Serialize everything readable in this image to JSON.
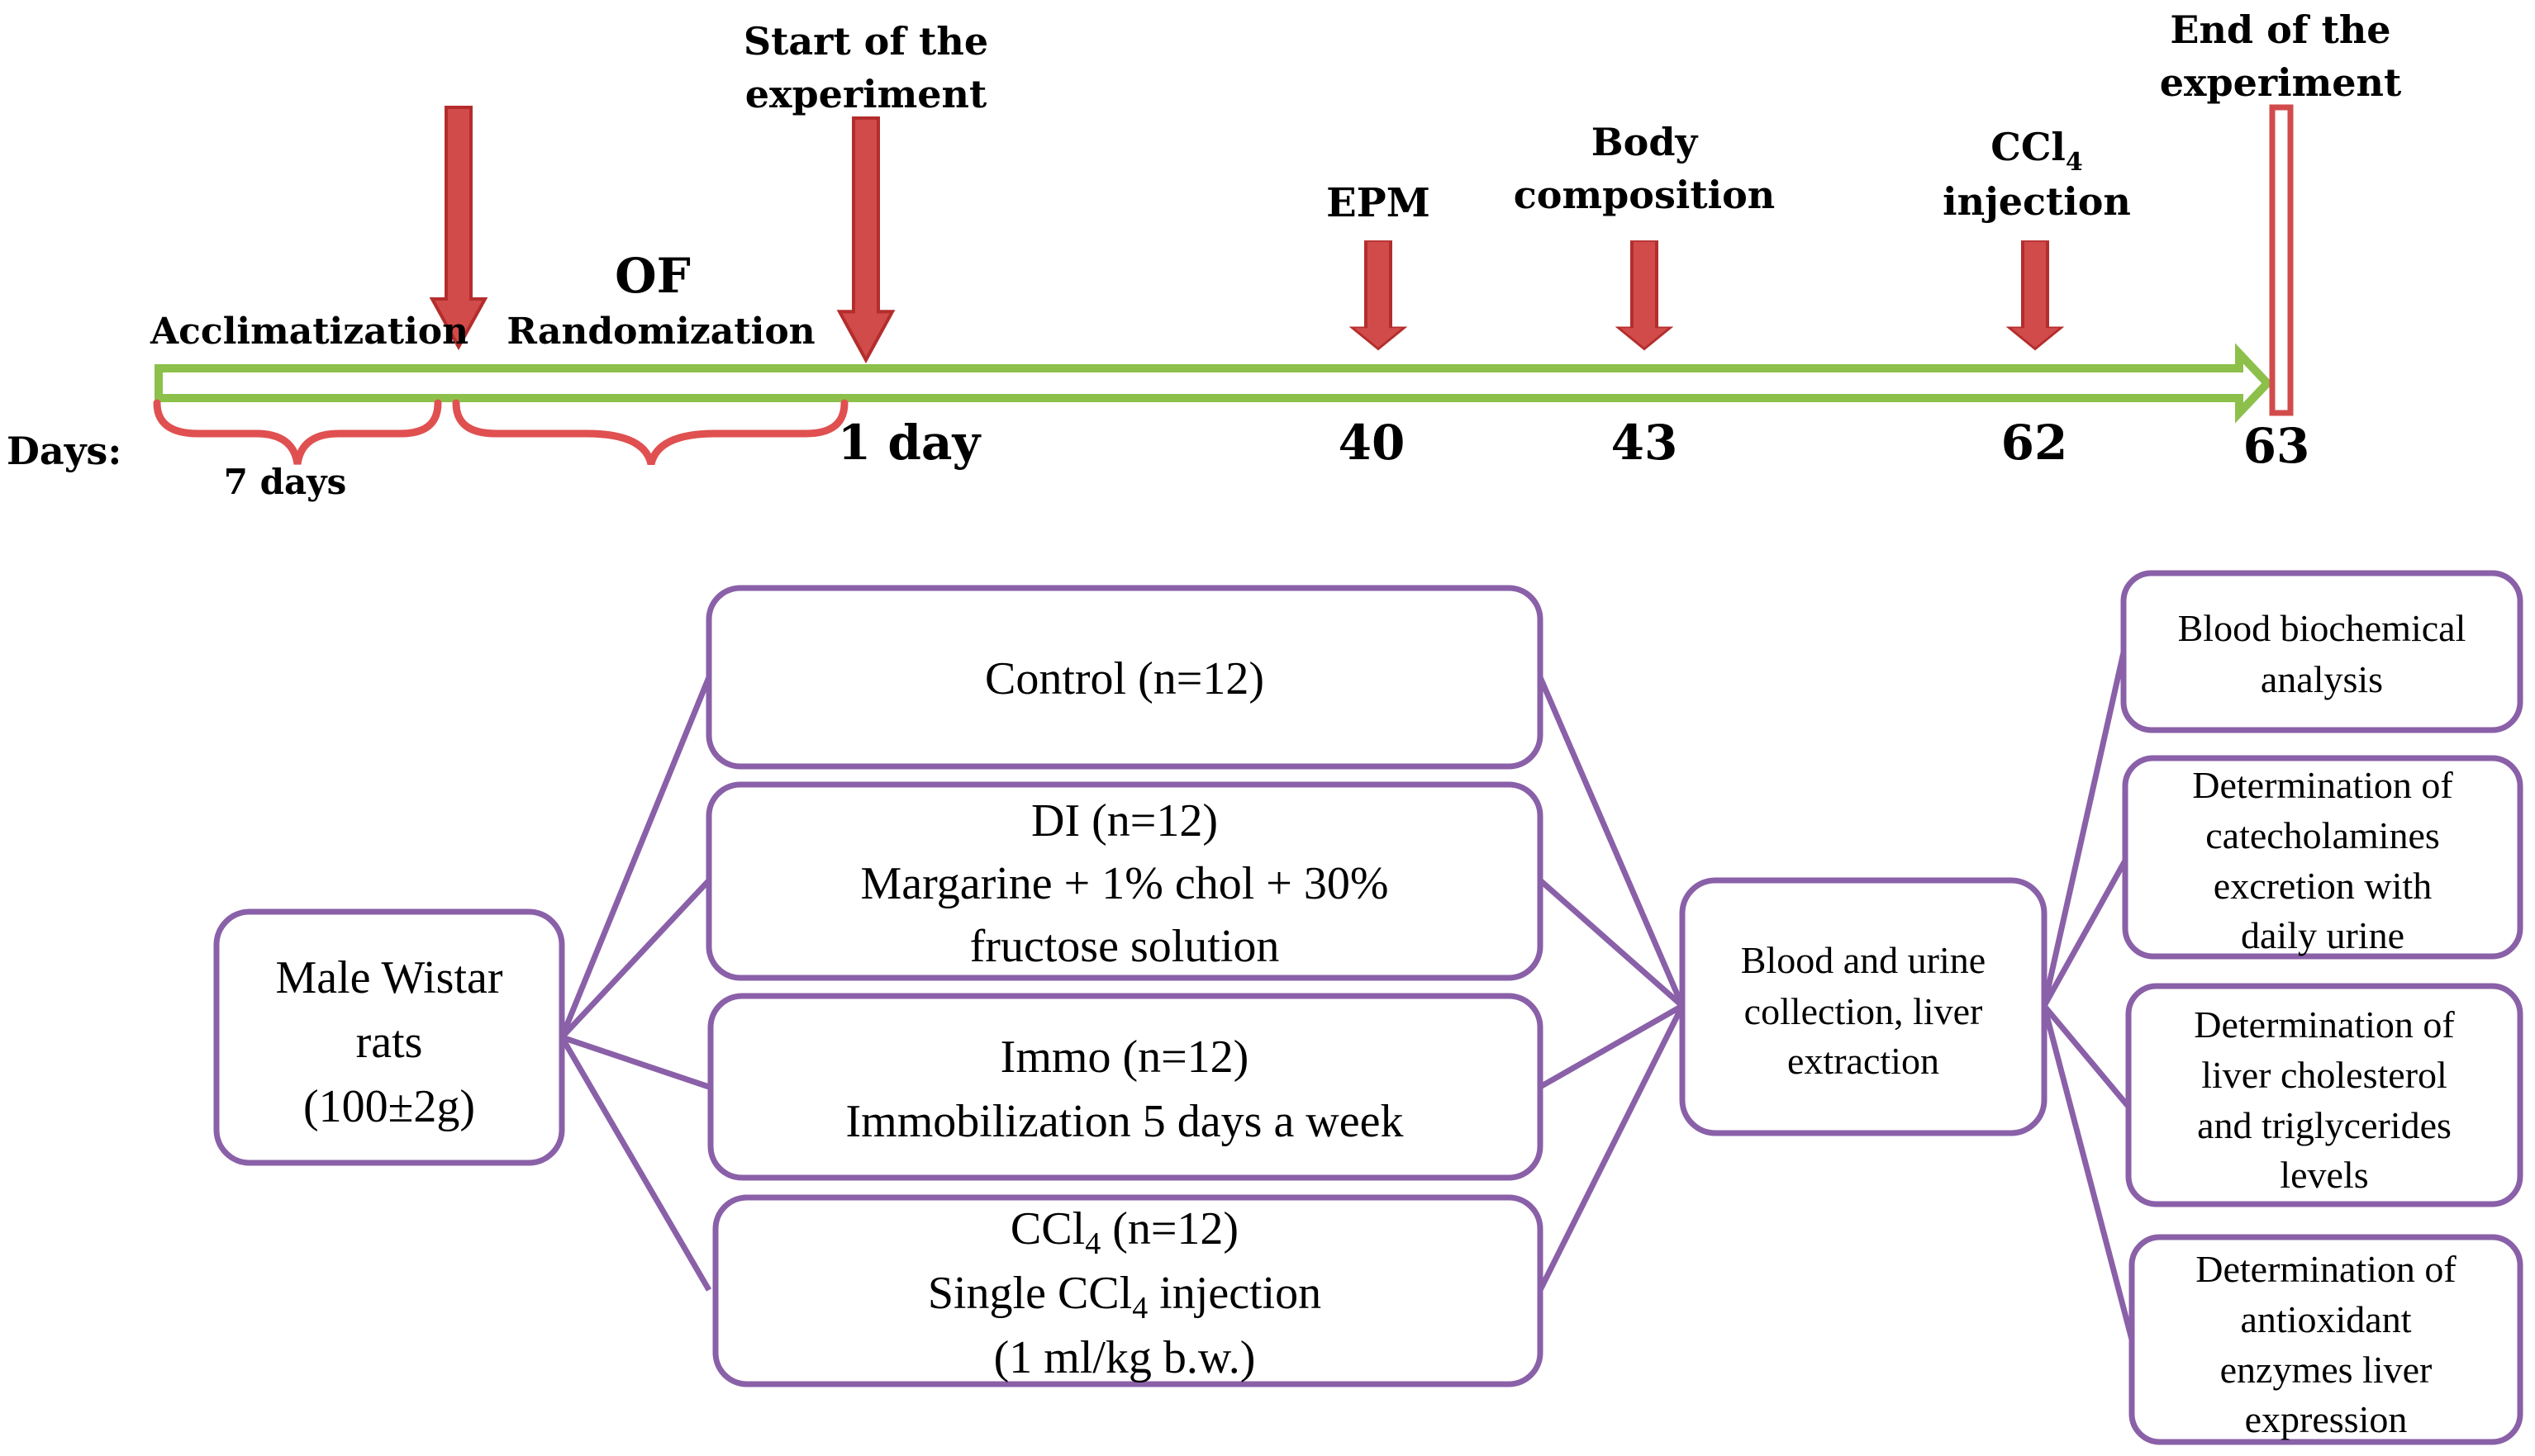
{
  "colors": {
    "arrow_fill": "#d24b4b",
    "arrow_stroke": "#b42d2d",
    "timeline": "#8cc04b",
    "bracket": "#e05050",
    "box_border": "#8a60a8",
    "connector": "#8a60a8",
    "text": "#000000"
  },
  "timeline": {
    "days_label": "Days:",
    "phase_acclimatization": "Acclimatization",
    "phase_of": "OF",
    "phase_randomization": "Randomization",
    "duration_acclimatization": "7 days",
    "start": {
      "line1": "Start of the",
      "line2": "experiment",
      "day": "1 day"
    },
    "epm": {
      "label": "EPM",
      "day": "40"
    },
    "body": {
      "line1": "Body",
      "line2": "composition",
      "day": "43"
    },
    "ccl4": {
      "line1": "CCl",
      "line1_sub": "4",
      "line2": "injection",
      "day": "62"
    },
    "end": {
      "line1": "End of the",
      "line2": "experiment",
      "day": "63"
    }
  },
  "flowchart": {
    "source": {
      "line1": "Male Wistar",
      "line2": "rats",
      "line3": "(100±2g)"
    },
    "groups": {
      "control": {
        "line1": "Control (n=12)"
      },
      "di": {
        "line1": "DI (n=12)",
        "line2": "Margarine + 1% chol + 30%",
        "line3": "fructose solution"
      },
      "immo": {
        "line1": "Immo (n=12)",
        "line2": "Immobilization  5 days  a  week"
      },
      "ccl4": {
        "line1_a": "CCl",
        "line1_sub": "4",
        "line1_b": " (n=12)",
        "line2_a": "Single CCl",
        "line2_sub": "4",
        "line2_b": " injection",
        "line3": "(1 ml/kg b.w.)"
      }
    },
    "collection": {
      "line1": "Blood  and urine",
      "line2": "collection, liver",
      "line3": "extraction"
    },
    "analyses": {
      "biochem": {
        "line1": "Blood biochemical",
        "line2": "analysis"
      },
      "catechol": {
        "line1": "Determination of",
        "line2": "catecholamines",
        "line3": "excretion with",
        "line4": "daily urine"
      },
      "lipids": {
        "line1": "Determination of",
        "line2": "liver cholesterol",
        "line3": "and triglycerides",
        "line4": "levels"
      },
      "antiox": {
        "line1": "Determination of",
        "line2": "antioxidant",
        "line3": "enzymes liver",
        "line4": "expression"
      }
    }
  }
}
